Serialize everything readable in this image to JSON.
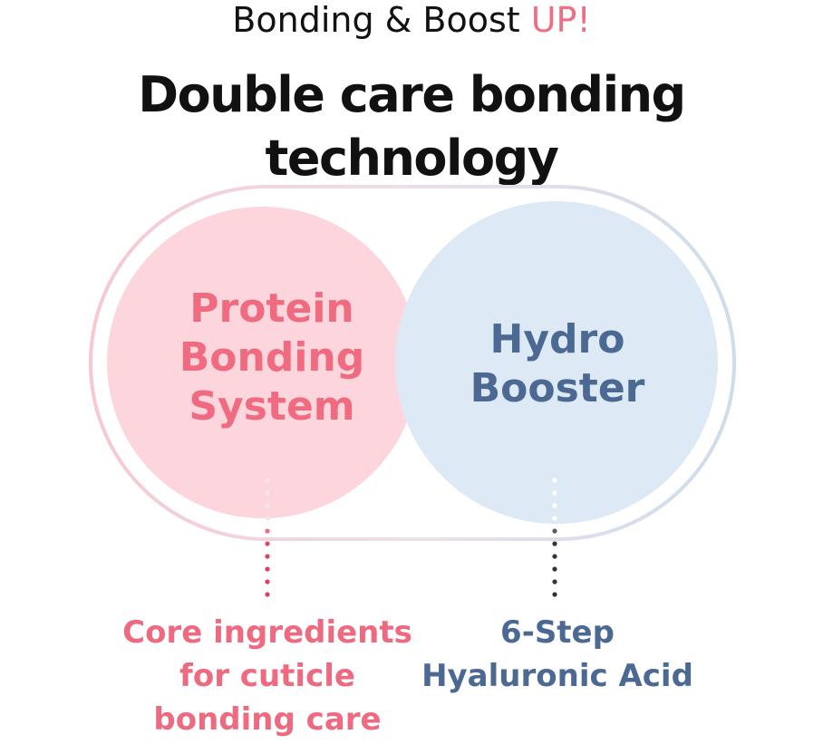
{
  "header": {
    "subtitle_main": "Bonding & Boost ",
    "subtitle_accent": "UP!",
    "headline": "Double care bonding technology"
  },
  "left_circle": {
    "lines": [
      "Protein",
      "Bonding",
      "System"
    ],
    "caption_lines": [
      "Core ingredients",
      "for cuticle",
      "bonding care"
    ]
  },
  "right_circle": {
    "lines": [
      "Hydro",
      "Booster"
    ],
    "caption_lines": [
      "6-Step",
      "Hyaluronic Acid"
    ]
  },
  "colors": {
    "accent_pink": "#f06e84",
    "pink_circle": "#fcd6dc",
    "blue_circle": "#dde9f5",
    "blue_text": "#4b6992"
  }
}
